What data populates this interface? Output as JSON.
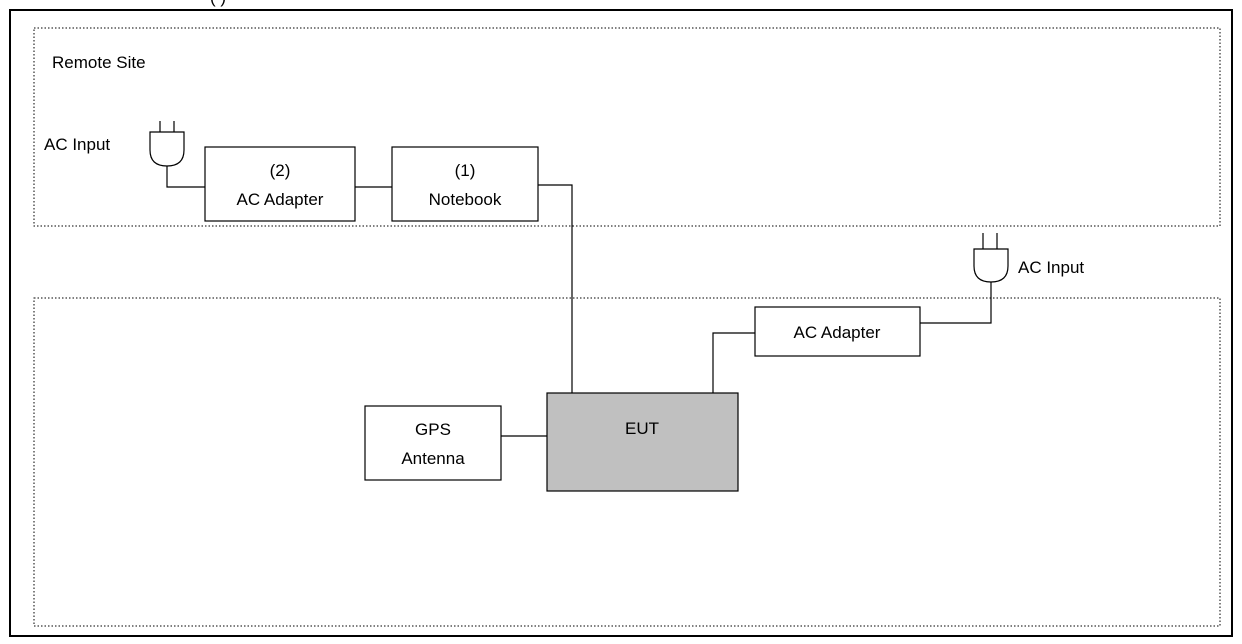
{
  "header": {
    "partial_text": "(          )"
  },
  "remote_site": {
    "label": "Remote Site",
    "ac_input_label": "AC Input",
    "ac_adapter": {
      "number": "(2)",
      "name": "AC Adapter"
    },
    "notebook": {
      "number": "(1)",
      "name": "Notebook"
    }
  },
  "local_site": {
    "ac_input_label": "AC Input",
    "ac_adapter_label": "AC Adapter",
    "eut_label": "EUT",
    "gps_antenna": {
      "line1": "GPS",
      "line2": "Antenna"
    }
  },
  "colors": {
    "eut_fill": "#c0c0c0",
    "line": "#000000",
    "background": "#ffffff"
  },
  "icons": [
    "ac-plug-icon"
  ]
}
